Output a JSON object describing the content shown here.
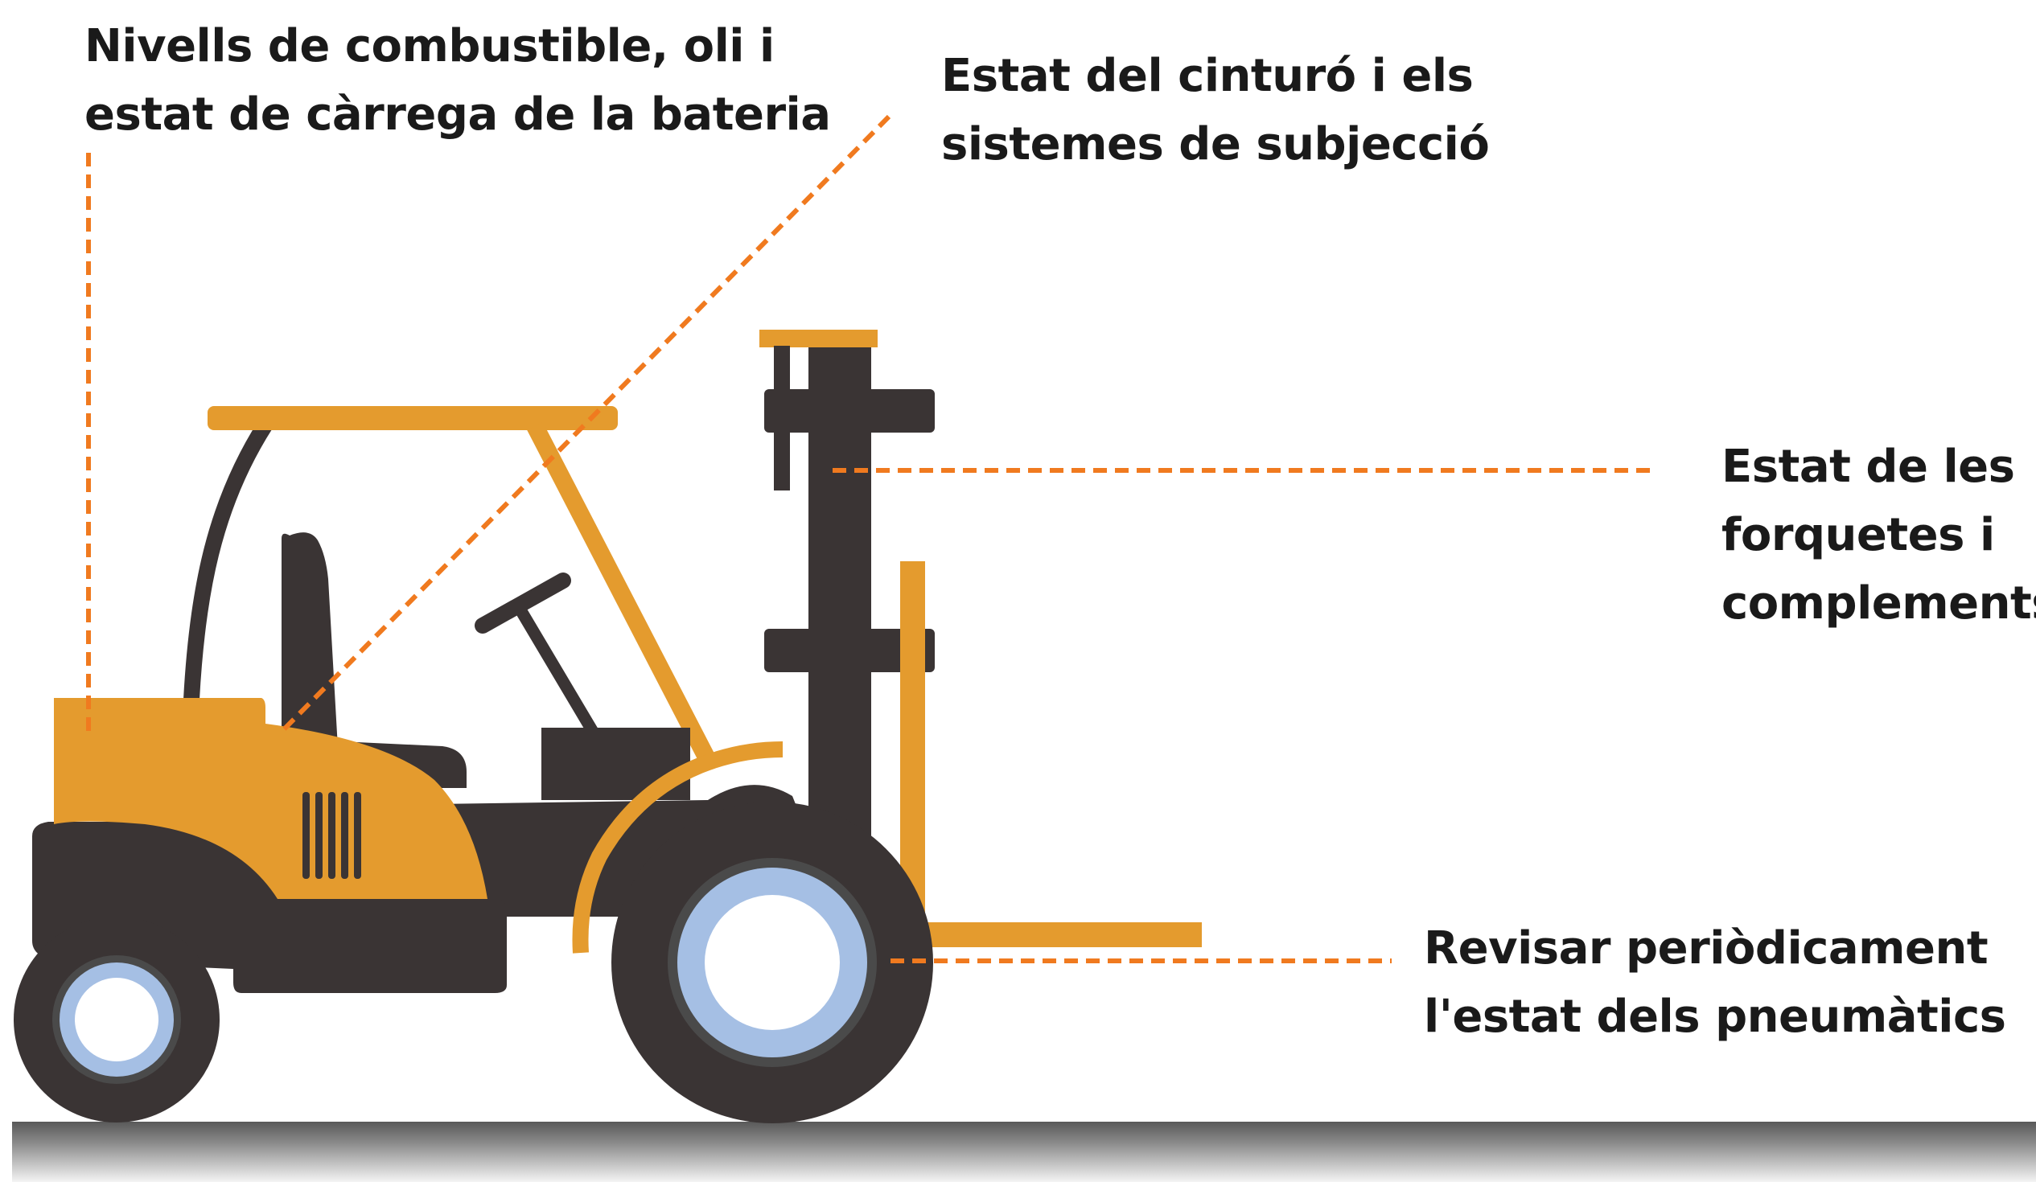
{
  "colors": {
    "body": "#e49b2e",
    "dark": "#3a3434",
    "leader": "#f07a1f",
    "tire_inner": "#a5bfe4",
    "floor": "#6f6f6f"
  },
  "annotations": {
    "fuel": {
      "lines": [
        "Nivells de combustible, oli i",
        "estat de càrrega de la bateria"
      ]
    },
    "belt": {
      "lines": [
        "Estat del cinturó i els",
        "sistemes de subjecció"
      ]
    },
    "forks": {
      "lines": [
        "Estat de les",
        "forquetes i",
        "complements"
      ]
    },
    "tires": {
      "lines": [
        "Revisar periòdicament",
        "l'estat dels pneumàtics"
      ]
    }
  }
}
